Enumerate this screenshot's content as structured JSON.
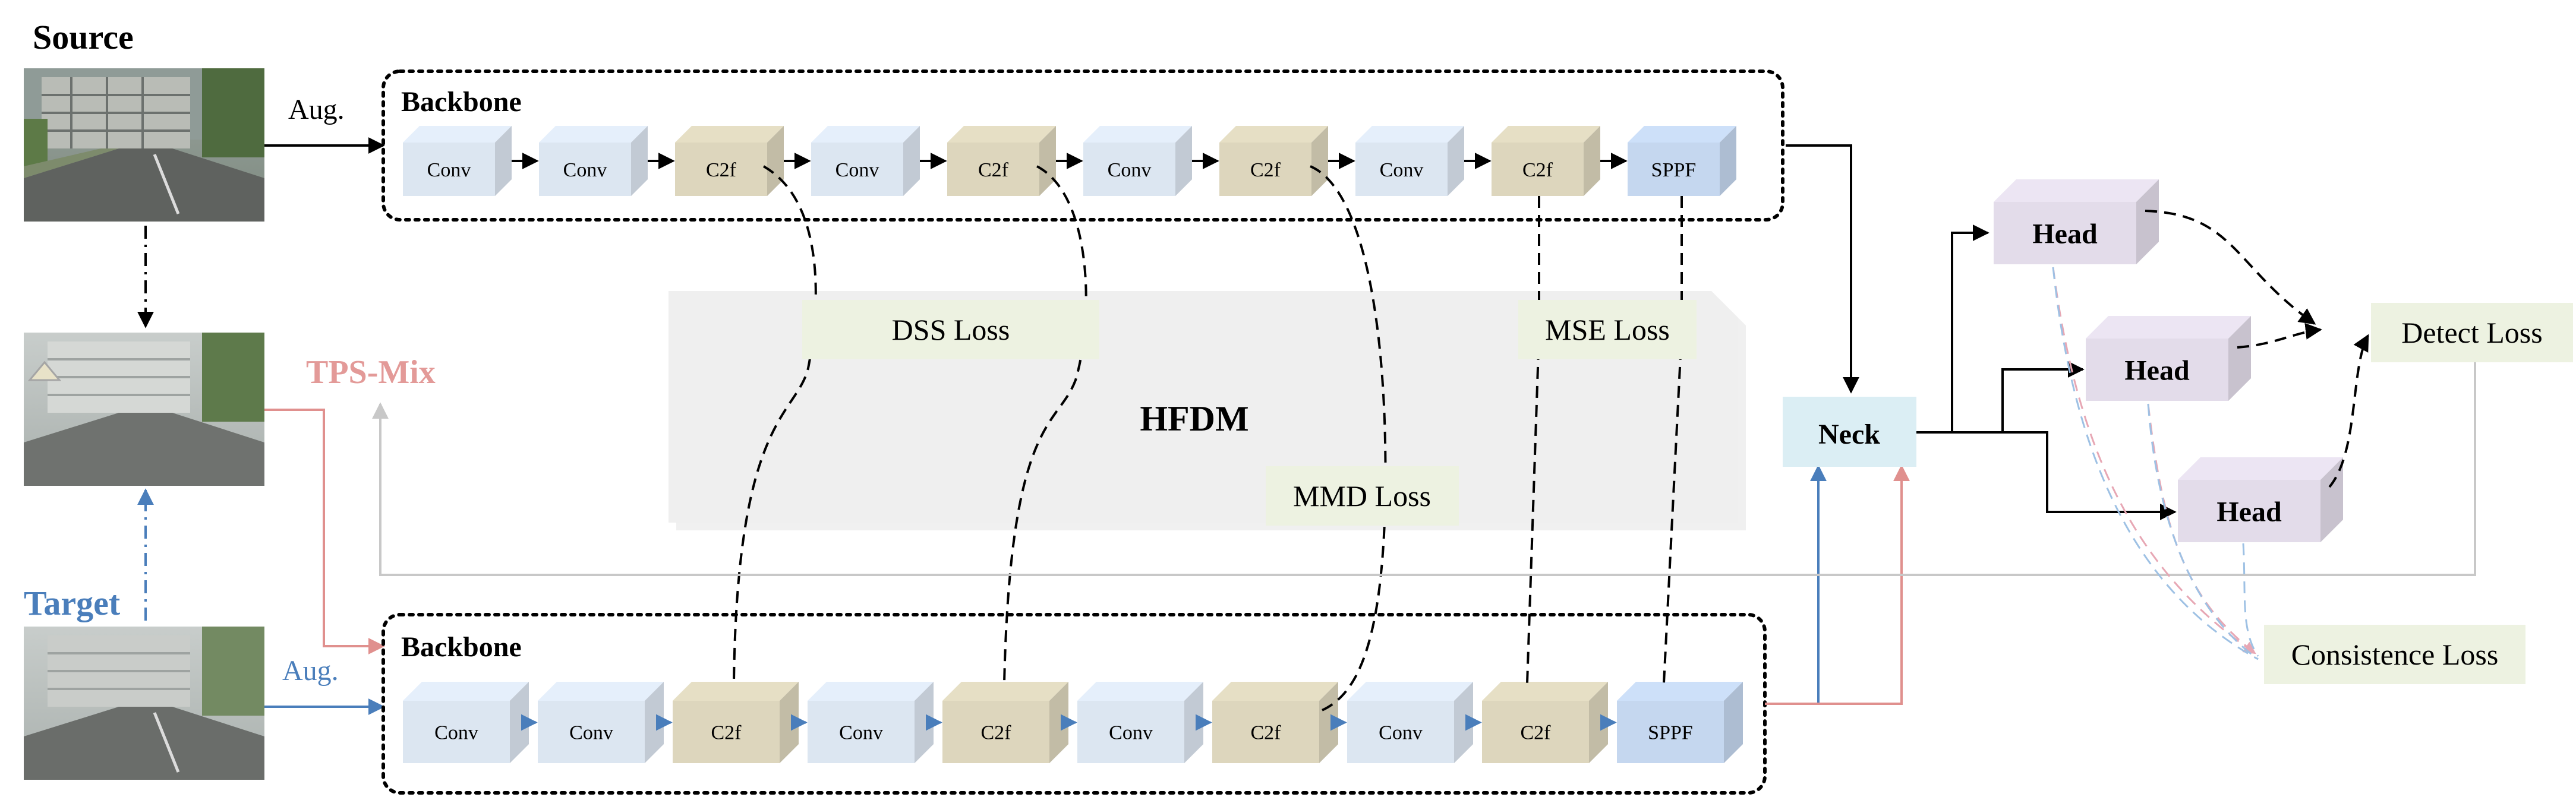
{
  "labels": {
    "source": "Source",
    "target": "Target",
    "aug_source": "Aug.",
    "aug_target": "Aug.",
    "tps_mix": "TPS-Mix",
    "backbone_top": "Backbone",
    "backbone_bottom": "Backbone",
    "hfdm": "HFDM",
    "neck": "Neck",
    "detect_loss": "Detect Loss",
    "consistence_loss": "Consistence Loss",
    "dss_loss": "DSS Loss",
    "mse_loss": "MSE Loss",
    "mmd_loss": "MMD Loss"
  },
  "backbone_blocks": [
    "Conv",
    "Conv",
    "C2f",
    "Conv",
    "C2f",
    "Conv",
    "C2f",
    "Conv",
    "C2f",
    "SPPF"
  ],
  "heads": [
    "Head",
    "Head",
    "Head"
  ],
  "colors": {
    "conv": "#dce6f1",
    "c2f": "#ddd6bd",
    "sppf": "#c5d7ef",
    "head": "#e3dcea",
    "neck": "#dbeef4",
    "loss_bg": "#edf2e1",
    "hfdm_bg": "#efefef",
    "source_arrow": "#000000",
    "target_arrow": "#4a7ebb",
    "tps_arrow": "#e0908e",
    "tps_text": "#e39a98",
    "target_text": "#4a7ebb",
    "feedback_line": "#c8c8c8"
  }
}
